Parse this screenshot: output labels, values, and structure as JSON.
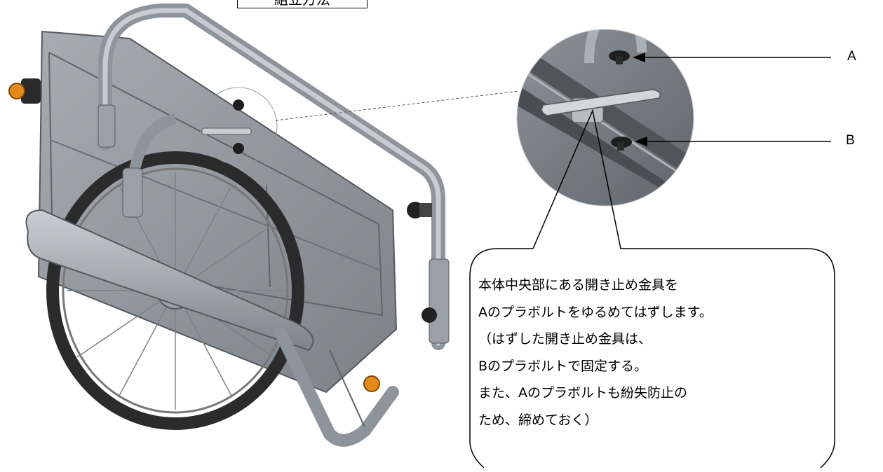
{
  "title_box": {
    "text": "組立方法"
  },
  "labels": {
    "a": "A",
    "b": "B"
  },
  "callout_lines": [
    "本体中央部にある開き止め金具を",
    "Aのプラボルトをゆるめてはずします。",
    "（はずした開き止め金具は、",
    "Bのプラボルトで固定する。",
    "また、Aのプラボルトも紛失防止の",
    "ため、締めておく）"
  ],
  "colors": {
    "frame": "#9aa0a8",
    "frame_dark": "#6b7078",
    "panel": "#8a8f96",
    "tire": "#2b2b2b",
    "knob_accent": "#e58a1a"
  }
}
